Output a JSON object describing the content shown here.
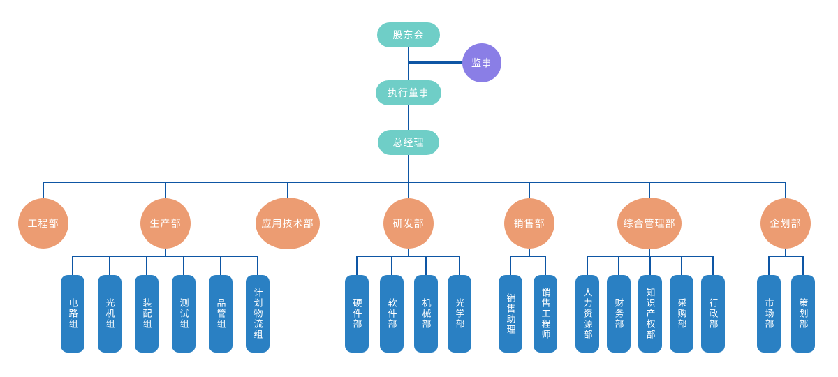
{
  "colors": {
    "teal": "#6FCEC7",
    "purple": "#8A7EE6",
    "orange": "#EC9C72",
    "blue": "#2A80C3",
    "line": "#0E56A4",
    "text": "#FFFFFF"
  },
  "governance": {
    "shareholders": "股东会",
    "supervisor": "监事",
    "executive_director": "执行董事",
    "general_manager": "总经理"
  },
  "departments": [
    {
      "label": "工程部",
      "children": []
    },
    {
      "label": "生产部",
      "children": [
        "电路组",
        "光机组",
        "装配组",
        "测试组",
        "品管组",
        "计划物流组"
      ]
    },
    {
      "label": "应用技术部",
      "children": []
    },
    {
      "label": "研发部",
      "children": [
        "硬件部",
        "软件部",
        "机械部",
        "光学部"
      ]
    },
    {
      "label": "销售部",
      "children": [
        "销售助理",
        "销售工程师"
      ]
    },
    {
      "label": "综合管理部",
      "children": [
        "人力资源部",
        "财务部",
        "知识产权部",
        "采购部",
        "行政部"
      ]
    },
    {
      "label": "企划部",
      "children": [
        "市场部",
        "策划部"
      ]
    }
  ]
}
